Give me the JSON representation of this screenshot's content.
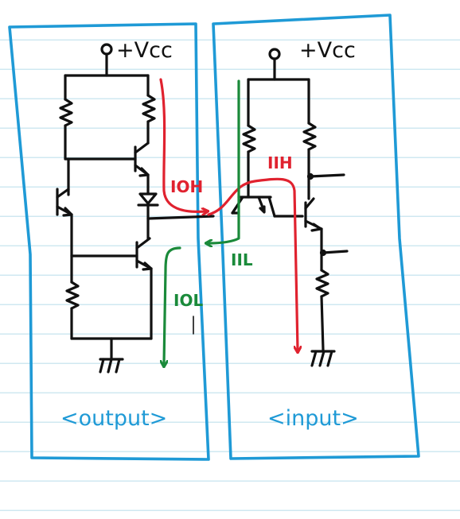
{
  "output_block": {
    "supply_label": "+Vcc",
    "caption": "<output>"
  },
  "input_block": {
    "supply_label": "+Vcc",
    "caption": "<input>"
  },
  "currents": {
    "output_high": "IOH",
    "output_low": "IOL",
    "input_high": "IIH",
    "input_low": "IIL"
  },
  "colors": {
    "ink": "#111111",
    "box": "#1f9ad6",
    "high_current": "#e0222f",
    "low_current": "#1a8a3a",
    "ruling": "#cfe8f1"
  }
}
